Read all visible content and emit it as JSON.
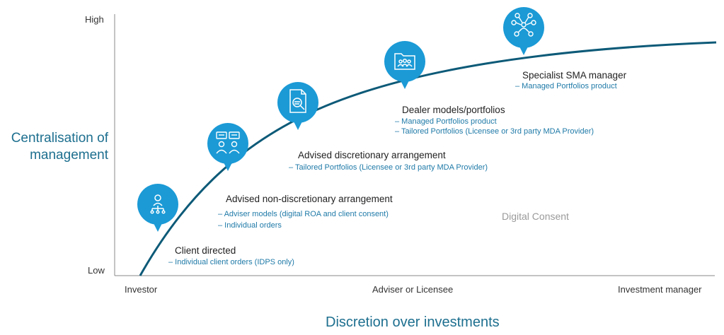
{
  "axes": {
    "y_label": "Centralisation of management",
    "y_low": "Low",
    "y_high": "High",
    "x_label": "Discretion over investments",
    "x_ticks": [
      "Investor",
      "Adviser or Licensee",
      "Investment manager"
    ]
  },
  "stages": [
    {
      "title": "Client directed",
      "details": [
        "– Individual client orders (IDPS only)"
      ],
      "icon": "org-chart-person-icon"
    },
    {
      "title": "Advised non-discretionary arrangement",
      "details": [
        "– Adviser models (digital ROA and client consent)",
        "– Individual orders"
      ],
      "icon": "advisor-client-chat-icon"
    },
    {
      "title": "Advised discretionary arrangement",
      "details": [
        "– Tailored Portfolios (Licensee or 3rd party MDA Provider)"
      ],
      "icon": "document-search-icon"
    },
    {
      "title": "Dealer models/portfolios",
      "details": [
        "– Managed Portfolios product",
        "– Tailored Portfolios (Licensee or 3rd party MDA Provider)"
      ],
      "icon": "folder-people-icon"
    },
    {
      "title": "Specialist SMA manager",
      "details": [
        "– Managed Portfolios product"
      ],
      "icon": "network-hub-icon"
    }
  ],
  "annotation": "Digital Consent",
  "colors": {
    "curve": "#0d5a78",
    "pin": "#1b9ad6",
    "axis": "#7a7a7a"
  }
}
